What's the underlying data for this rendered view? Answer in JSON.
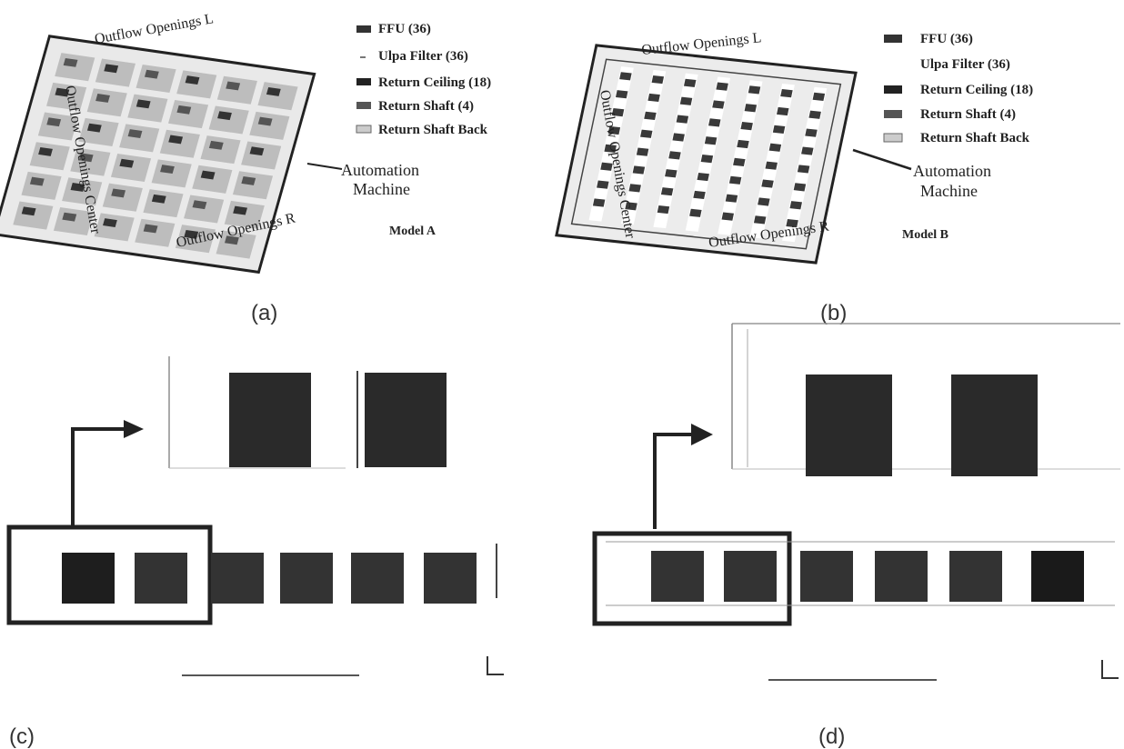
{
  "legend": [
    {
      "key": "ffu",
      "label": "FFU (36)"
    },
    {
      "key": "ulpa",
      "label": "Ulpa Filter (36)"
    },
    {
      "key": "return_ceiling",
      "label": "Return Ceiling (18)"
    },
    {
      "key": "return_shaft",
      "label": "Return Shaft (4)"
    },
    {
      "key": "return_shaft_back",
      "label": "Return Shaft Back"
    }
  ],
  "panel_a": {
    "caption": "(a)",
    "model_label": "Model A",
    "side_top": "Outflow Openings L",
    "side_left": "Outflow Openings Center",
    "side_bottom": "Outflow Openings R",
    "callout_line1": "Automation",
    "callout_line2": "Machine"
  },
  "panel_b": {
    "caption": "(b)",
    "model_label": "Model B",
    "side_top": "Outflow Openings L",
    "side_left": "Outflow Openings Center",
    "side_bottom": "Outflow Openings R",
    "callout_line1": "Automation",
    "callout_line2": "Machine"
  },
  "panel_c": {
    "caption": "(c)"
  },
  "panel_d": {
    "caption": "(d)"
  },
  "colors": {
    "dark_block": "#2a2a2a",
    "frame": "#222222",
    "paper": "#ffffff"
  }
}
